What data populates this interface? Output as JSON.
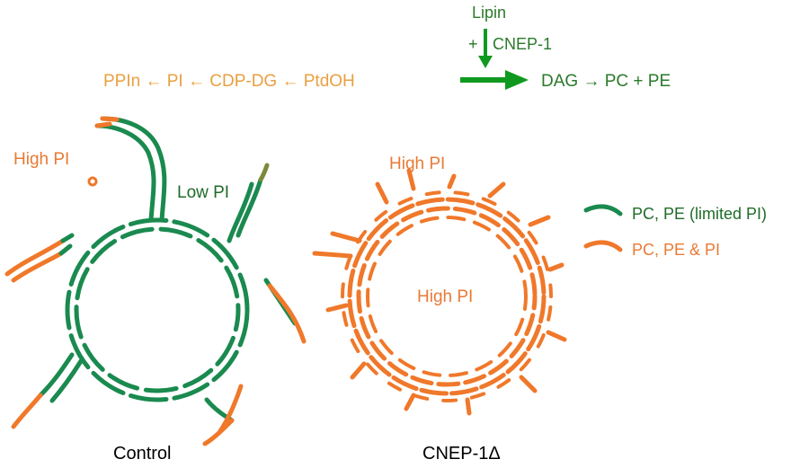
{
  "pathway": {
    "lipin": "Lipin",
    "plus": "+",
    "cnep1": "CNEP-1",
    "left_chain": "PPIn ← PI  ← CDP-DG ← PtdOH",
    "right_chain": "DAG → PC + PE"
  },
  "control": {
    "high_pi": "High PI",
    "low_pi": "Low PI",
    "caption": "Control"
  },
  "mutant": {
    "high_pi_top": "High PI",
    "high_pi_center": "High PI",
    "caption": "CNEP-1Δ"
  },
  "legend": {
    "green_label": "PC, PE (limited PI)",
    "orange_label": "PC, PE & PI"
  },
  "colors": {
    "green": "#1a8a4f",
    "dark_green": "#1f7a2a",
    "arrow_green": "#0f9a1f",
    "orange": "#f0782a",
    "pathway_orange": "#e5a040"
  }
}
